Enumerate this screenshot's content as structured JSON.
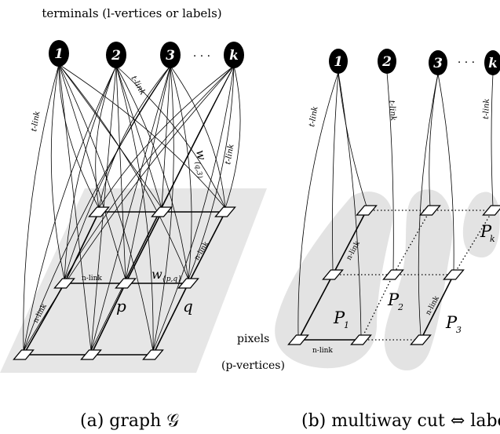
{
  "header": {
    "title": "terminals   (l-vertices or labels)"
  },
  "panel_a": {
    "terminal_labels": [
      "1",
      "2",
      "3",
      "k"
    ],
    "ellipsis": "· · ·",
    "tlink": "t-link",
    "nlink": "n-link",
    "weight_q3": "w",
    "weight_q3_sub": "(q,3)",
    "weight_pq": "w",
    "weight_pq_sub": "{p,q}",
    "pixel_p": "p",
    "pixel_q": "q",
    "pixels_label": "pixels",
    "pvertices_label": "(p-vertices)",
    "caption": "(a) graph 𝒢"
  },
  "panel_b": {
    "terminal_labels": [
      "1",
      "2",
      "3",
      "k"
    ],
    "ellipsis": "· · ·",
    "tlink": "t-link",
    "nlink": "n-link",
    "partitions": [
      "P",
      "P",
      "P",
      "P"
    ],
    "partition_subs": [
      "1",
      "2",
      "3",
      "k"
    ],
    "caption": "(b) multiway cut ⇔ labeling"
  }
}
